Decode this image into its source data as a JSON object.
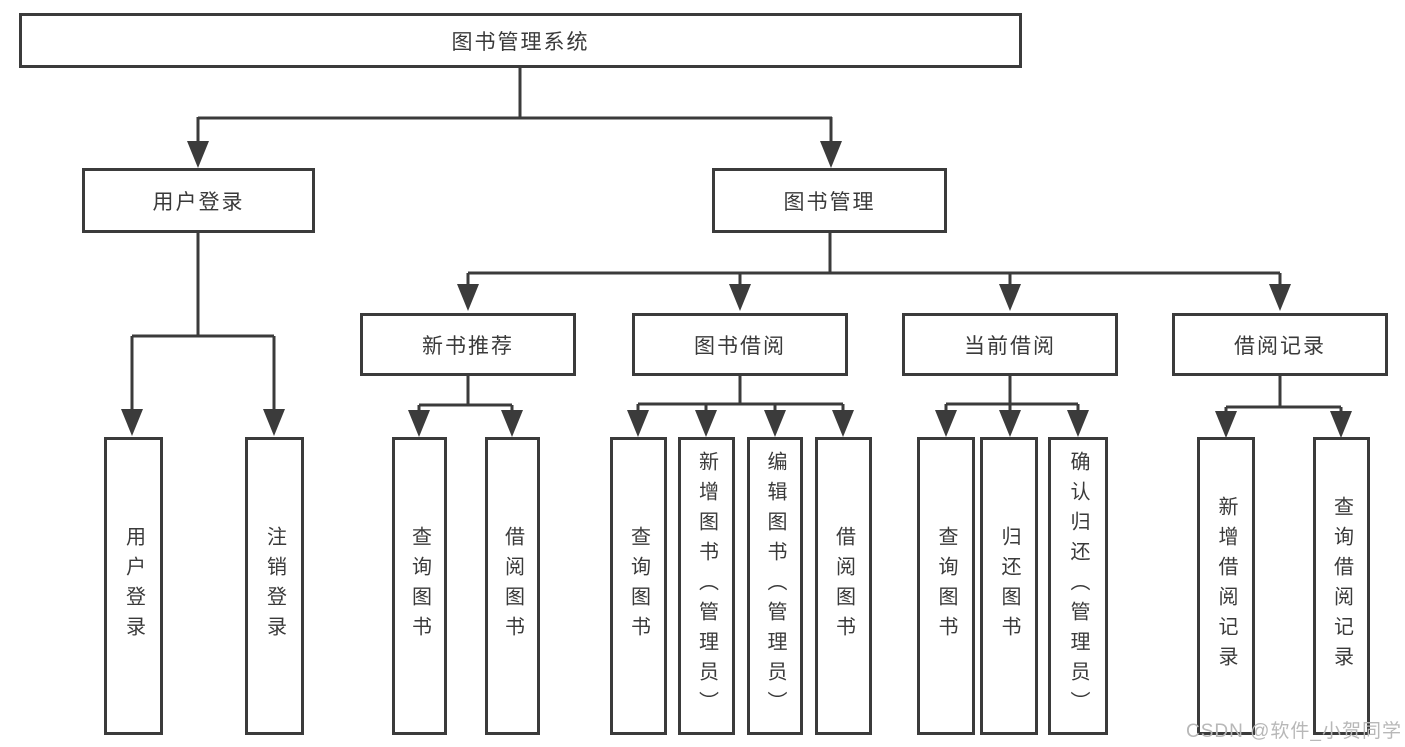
{
  "diagram": {
    "root": "图书管理系统",
    "branches": [
      {
        "label": "用户登录",
        "children": [
          "用户登录",
          "注销登录"
        ]
      },
      {
        "label": "图书管理",
        "children": [
          {
            "label": "新书推荐",
            "children": [
              "查询图书",
              "借阅图书"
            ]
          },
          {
            "label": "图书借阅",
            "children": [
              "查询图书",
              "新增图书（管理员）",
              "编辑图书（管理员）",
              "借阅图书"
            ]
          },
          {
            "label": "当前借阅",
            "children": [
              "查询图书",
              "归还图书",
              "确认归还（管理员）"
            ]
          },
          {
            "label": "借阅记录",
            "children": [
              "新增借阅记录",
              "查询借阅记录"
            ]
          }
        ]
      }
    ],
    "watermark": "CSDN @软件_小贺同学",
    "colors": {
      "line": "#3b3b3b",
      "text": "#3a3a3a",
      "background": "#ffffff",
      "watermark": "#b8b8b8"
    }
  }
}
